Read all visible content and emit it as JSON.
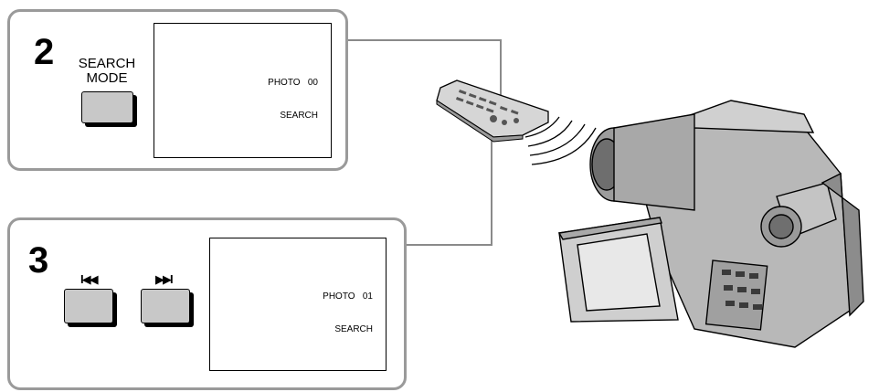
{
  "step2": {
    "number": "2",
    "button_label_line1": "SEARCH",
    "button_label_line2": "MODE",
    "screen_line1": "PHOTO   00",
    "screen_line2": "SEARCH"
  },
  "step3": {
    "number": "3",
    "prev_glyph": "I◀◀",
    "next_glyph": "▶▶I",
    "screen_line1": "PHOTO   01",
    "screen_line2": "SEARCH"
  }
}
